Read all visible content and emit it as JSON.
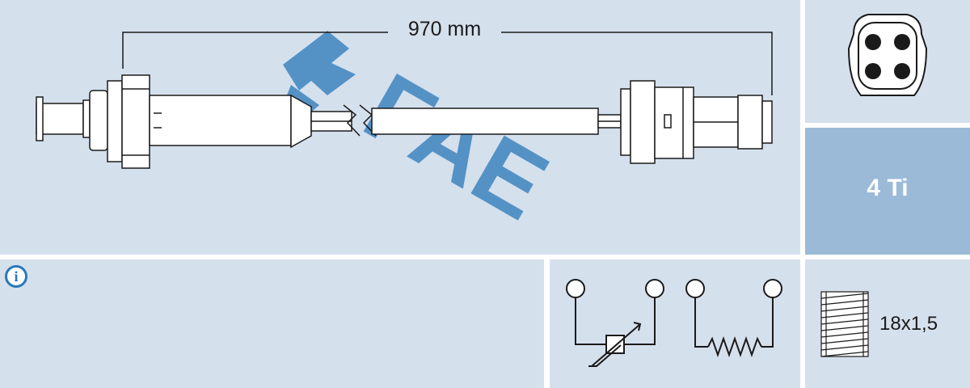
{
  "dimension": {
    "length_label": "970 mm"
  },
  "watermark": {
    "brand_text": "FAE"
  },
  "code_panel": {
    "label": "4 Ti"
  },
  "thread_panel": {
    "label": "18x1,5"
  },
  "colors": {
    "panel_bg": "#d5e0ed",
    "code_panel_bg": "#9bbad8",
    "watermark": "#2a78b8",
    "line": "#1a1a1a",
    "info_icon": "#2a78b8"
  },
  "icons": {
    "info": "info-icon",
    "connector": "four-pin-connector-icon",
    "heater": "resistor-symbol-icon",
    "sensor": "variable-resistor-symbol-icon",
    "thread": "thread-icon"
  }
}
